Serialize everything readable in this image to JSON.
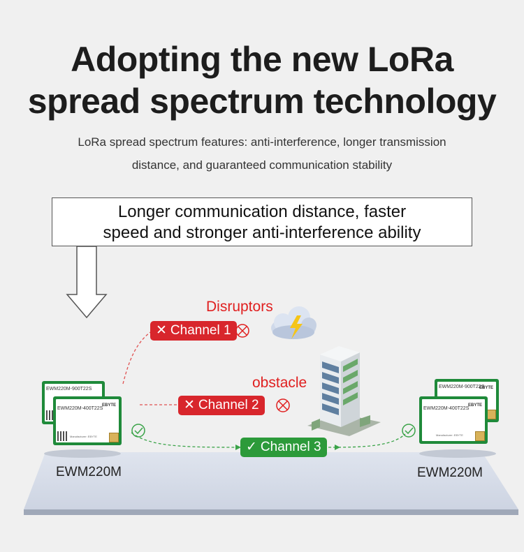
{
  "header": {
    "title_line1": "Adopting the new LoRa",
    "title_line2": "spread spectrum technology",
    "subtitle_line1": "LoRa spread spectrum features: anti-interference, longer transmission",
    "subtitle_line2": "distance, and guaranteed communication stability"
  },
  "banner": {
    "line1": "Longer communication distance, faster",
    "line2": "speed and stronger anti-interference ability"
  },
  "diagram": {
    "disruptors_label": "Disruptors",
    "obstacle_label": "obstacle",
    "channels": [
      {
        "label": "Channel 1",
        "status": "blocked",
        "mark": "✕"
      },
      {
        "label": "Channel 2",
        "status": "blocked",
        "mark": "✕"
      },
      {
        "label": "Channel 3",
        "status": "ok",
        "mark": "✓"
      }
    ],
    "left_device": {
      "label": "EWM220M",
      "module_top_text": "EWM220M-900T22S",
      "module_front_text": "EWM220M-400T22S",
      "brand": "EBYTE",
      "manufacturer": "Manufacturer: EBYTE"
    },
    "right_device": {
      "label": "EWM220M",
      "module_top_text": "EWM220M-900T22S",
      "module_front_text": "EWM220M-400T22S",
      "brand": "EBYTE",
      "manufacturer": "Manufacturer: EBYTE"
    },
    "colors": {
      "blocked": "#d8262c",
      "ok": "#2c9a3a",
      "module_pcb": "#1f8a3a"
    },
    "icons": [
      "down-arrow-icon",
      "storm-cloud-icon",
      "building-icon",
      "blocked-circle-icon",
      "check-circle-icon"
    ]
  }
}
